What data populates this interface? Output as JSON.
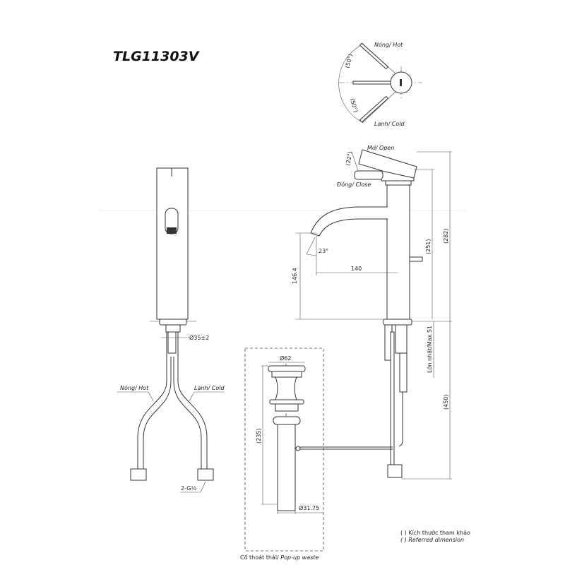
{
  "title": "TLG11303V",
  "top_view": {
    "hot_label": "Nóng/ Hot",
    "cold_label": "Lạnh/ Cold",
    "angle_upper": "(50°)",
    "angle_lower": "(50°)"
  },
  "side_view": {
    "open_label": "Mở/ Open",
    "close_label": "Đóng/ Close",
    "handle_angle": "(22°)",
    "spout_angle": "23°",
    "spout_reach": "140",
    "spout_height": "146.4",
    "height_251": "(251)",
    "height_282": "(282)",
    "max_thickness": "Lớn nhất/Max 51",
    "hose_length": "(450)"
  },
  "front_view": {
    "hole_diameter": "Ø35±2",
    "hot_label": "Nóng/ Hot",
    "cold_label": "Lạnh/ Cold",
    "connection": "2-G½"
  },
  "popup_waste": {
    "cap_diameter": "Ø62",
    "length": "(235)",
    "pipe_diameter": "Ø31.75",
    "label_vi": "Cổ thoát thải/ ",
    "label_en": "Pop-up waste"
  },
  "legend": {
    "line1": "( ) Kích thước tham khảo",
    "line2": "( ) Referred dimension"
  }
}
